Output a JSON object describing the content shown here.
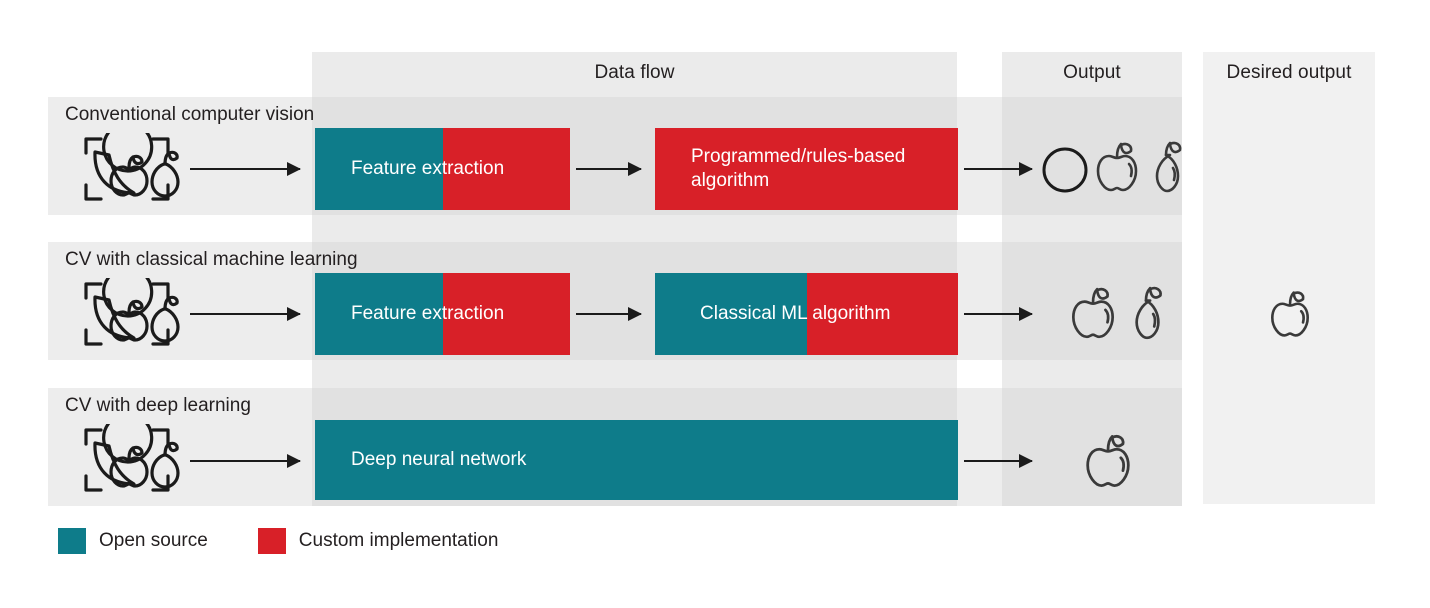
{
  "columns": {
    "data_flow": "Data flow",
    "output": "Output",
    "desired_output": "Desired output"
  },
  "colors": {
    "teal": "#0e7c8a",
    "red": "#d82028",
    "band_light": "#ebebeb",
    "band_row": "#ededed",
    "band_row_dark": "#e1e1e1",
    "desired_band": "#f1f1f1",
    "text_dark": "#231f20",
    "stroke": "#1b1b1b"
  },
  "rows": [
    {
      "label": "Conventional computer vision",
      "input_icon": "fruit-scan-icon",
      "blocks": [
        {
          "label": "Feature extraction",
          "split_pct": 50,
          "left_color": "teal",
          "right_color": "red"
        },
        {
          "label": "Programmed/rules-based algorithm",
          "split_pct": 0,
          "left_color": "red",
          "right_color": "red"
        }
      ],
      "output_icons": [
        "orange-icon",
        "apple-icon",
        "pear-icon"
      ]
    },
    {
      "label": "CV with classical machine learning",
      "input_icon": "fruit-scan-icon",
      "blocks": [
        {
          "label": "Feature extraction",
          "split_pct": 50,
          "left_color": "teal",
          "right_color": "red"
        },
        {
          "label": "Classical ML algorithm",
          "split_pct": 50,
          "left_color": "teal",
          "right_color": "red"
        }
      ],
      "output_icons": [
        "apple-icon",
        "pear-icon"
      ]
    },
    {
      "label": "CV with deep learning",
      "input_icon": "fruit-scan-icon",
      "blocks": [
        {
          "label": "Deep neural network",
          "split_pct": 100,
          "left_color": "teal",
          "right_color": "teal"
        }
      ],
      "output_icons": [
        "apple-icon"
      ]
    }
  ],
  "desired_output": {
    "icons": [
      "apple-icon"
    ]
  },
  "legend": [
    {
      "label": "Open source",
      "color": "#0e7c8a",
      "swatch": "teal-swatch"
    },
    {
      "label": "Custom implementation",
      "color": "#d82028",
      "swatch": "red-swatch"
    }
  ]
}
